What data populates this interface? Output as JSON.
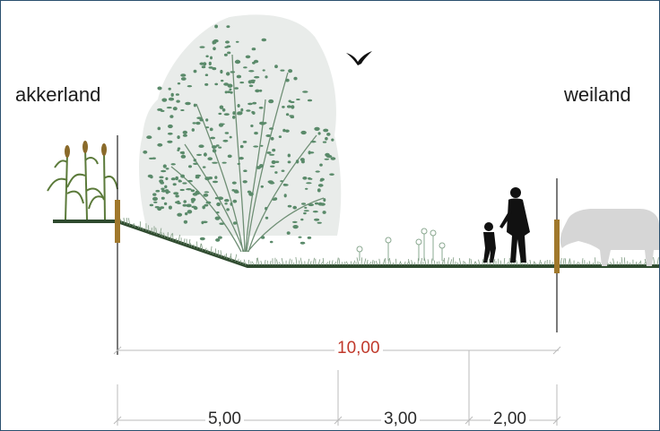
{
  "labels": {
    "left": "akkerland",
    "right": "weiland"
  },
  "dimensions": {
    "total": "10,00",
    "segments": [
      "5,00",
      "3,00",
      "2,00"
    ]
  },
  "colors": {
    "ground": "#2e4a2e",
    "post": "#a0782c",
    "foliage": "#5a8a6a",
    "tree_bg": "#e9ecea",
    "dim_total": "#c0392b",
    "dim_line": "#bbbbbb"
  }
}
